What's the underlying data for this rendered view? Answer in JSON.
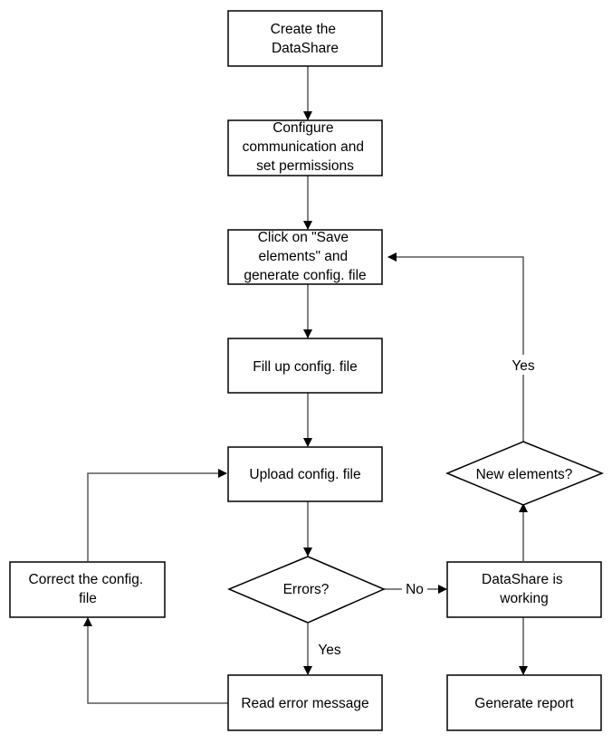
{
  "nodes": {
    "create": {
      "lines": [
        "Create the",
        "DataShare"
      ]
    },
    "configure": {
      "lines": [
        "Configure",
        "communication and",
        "set permissions"
      ]
    },
    "save": {
      "lines": [
        "Click on \"Save",
        "elements\" and",
        "generate config. file"
      ]
    },
    "fill": {
      "lines": [
        "Fill up config. file"
      ]
    },
    "upload": {
      "lines": [
        "Upload config. file"
      ]
    },
    "errors": {
      "lines": [
        "Errors?"
      ]
    },
    "correct": {
      "lines": [
        "Correct the config.",
        "file"
      ]
    },
    "read": {
      "lines": [
        "Read error message"
      ]
    },
    "working": {
      "lines": [
        "DataShare is",
        "working"
      ]
    },
    "report": {
      "lines": [
        "Generate report"
      ]
    },
    "new_elements": {
      "lines": [
        "New elements?"
      ]
    }
  },
  "edge_labels": {
    "no": "No",
    "yes_errors": "Yes",
    "yes_new": "Yes"
  }
}
